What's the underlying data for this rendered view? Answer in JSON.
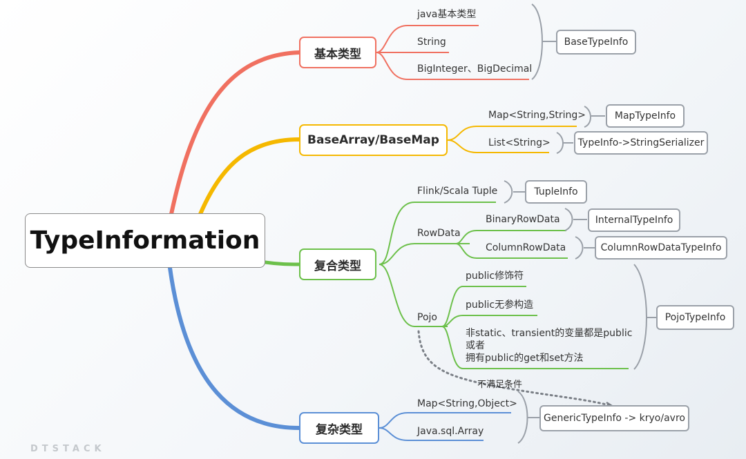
{
  "root": "TypeInformation",
  "branches": {
    "basic": {
      "label": "基本类型",
      "items": [
        "java基本类型",
        "String",
        "BigInteger、BigDecimal"
      ],
      "result": "BaseTypeInfo"
    },
    "array": {
      "label": "BaseArray/BaseMap",
      "items": [
        "Map<String,String>",
        "List<String>"
      ],
      "results": [
        "MapTypeInfo",
        "TypeInfo->StringSerializer"
      ]
    },
    "composite": {
      "label": "复合类型",
      "tuple": "Flink/Scala Tuple",
      "tuple_result": "TupleInfo",
      "rowdata": "RowData",
      "rowdata_items": [
        "BinaryRowData",
        "ColumnRowData"
      ],
      "rowdata_results": [
        "InternalTypeInfo",
        "ColumnRowDataTypeInfo"
      ],
      "pojo": "Pojo",
      "pojo_items": [
        "public修饰符",
        "public无参构造",
        "非static、transient的变量都是public 或者\n拥有public的get和set方法"
      ],
      "pojo_result": "PojoTypeInfo",
      "fallback_label": "不满足条件"
    },
    "complex": {
      "label": "复杂类型",
      "items": [
        "Map<String,Object>",
        "Java.sql.Array"
      ],
      "result": "GenericTypeInfo -> kryo/avro"
    }
  },
  "colors": {
    "basic": "#f07060",
    "array": "#f5b800",
    "composite": "#6cc04a",
    "complex": "#5b8fd6",
    "bracket": "#9aa0a8"
  },
  "logo": "DTSTACK"
}
